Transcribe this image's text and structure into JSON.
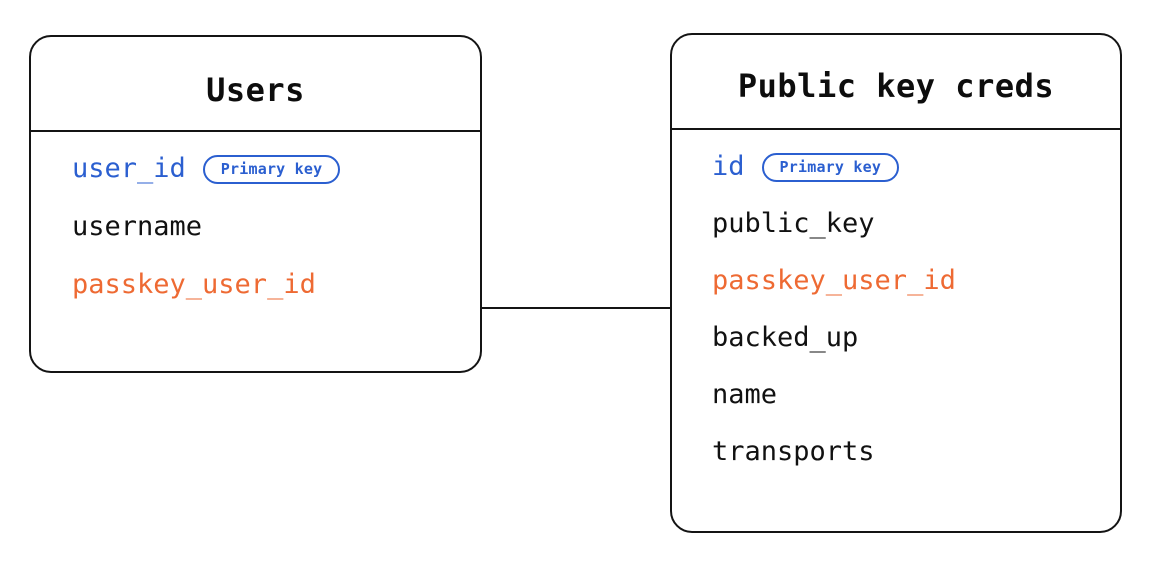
{
  "diagram": {
    "type": "entity-relationship",
    "background_color": "#ffffff",
    "line_color": "#141414",
    "colors": {
      "primary_key": "#2b5fd0",
      "foreign_key": "#ee6a33",
      "text": "#111111",
      "badge_border": "#2b5fd0",
      "badge_text": "#2b5fd0"
    },
    "entities": [
      {
        "id": "users",
        "title": "Users",
        "fields": [
          {
            "name": "user_id",
            "role": "pk",
            "badge": "Primary key"
          },
          {
            "name": "username",
            "role": "plain",
            "badge": null
          },
          {
            "name": "passkey_user_id",
            "role": "fk",
            "badge": null
          }
        ]
      },
      {
        "id": "credentials",
        "title": "Public key creds",
        "fields": [
          {
            "name": "id",
            "role": "pk",
            "badge": "Primary key"
          },
          {
            "name": "public_key",
            "role": "plain",
            "badge": null
          },
          {
            "name": "passkey_user_id",
            "role": "fk",
            "badge": null
          },
          {
            "name": "backed_up",
            "role": "plain",
            "badge": null
          },
          {
            "name": "name",
            "role": "plain",
            "badge": null
          },
          {
            "name": "transports",
            "role": "plain",
            "badge": null
          }
        ]
      }
    ],
    "relationships": [
      {
        "id": "users-credentials",
        "from": "users",
        "from_field": "passkey_user_id",
        "to": "credentials",
        "to_field": "passkey_user_id",
        "style": "solid-line"
      }
    ]
  }
}
